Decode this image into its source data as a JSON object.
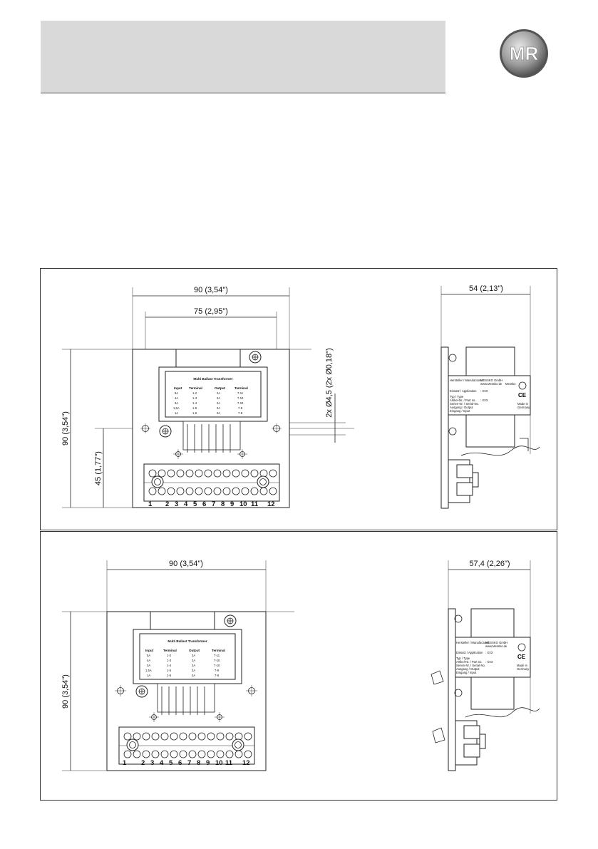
{
  "logo": {
    "text": "MR"
  },
  "drawing1": {
    "dim_width": "90 (3,54\")",
    "dim_hole_spacing": "75 (2,95\")",
    "dim_depth": "54 (2,13\")",
    "dim_height": "90 (3,54\")",
    "dim_half_height": "45 (1,77\")",
    "dim_holes": "2x Ø4,5 (2x Ø0,18\")"
  },
  "drawing2": {
    "dim_width": "90 (3,54\")",
    "dim_depth": "57,4 (2,26\")",
    "dim_height": "90 (3,54\")"
  },
  "nameplate": {
    "title": "Multi Ballast Transformer",
    "headers": [
      "Input",
      "Terminal",
      "Output",
      "Terminal"
    ],
    "rows": [
      [
        "5A",
        "1-2",
        "2A",
        "7-11"
      ],
      [
        "4A",
        "1-3",
        "2A",
        "7-10"
      ],
      [
        "3A",
        "1-4",
        "2A",
        "7-10"
      ],
      [
        "1,5A",
        "1-5",
        "2A",
        "7-9"
      ],
      [
        "1A",
        "1-6",
        "2A",
        "7-8"
      ]
    ]
  },
  "terminal_numbers": [
    "1",
    "2",
    "3",
    "4",
    "5",
    "6",
    "7",
    "8",
    "9",
    "10",
    "11",
    "12"
  ],
  "side_label": {
    "line1": "Hersteller / Manufacturer",
    "line2": "MESSKO GmbH",
    "line3": "www.Messko.de",
    "line4": "Messko",
    "line5": "Einsatz / Application",
    "line6": ": XXX",
    "line7": "Typ / Type",
    "line8": "Artikel-Nr. / Part no.",
    "line9": "Serien-Nr. / Serial-No.",
    "line10": "Ausgang / Output",
    "line11": "Eingang / Input",
    "line12": ": XXX",
    "ce": "CE",
    "made": "Made in",
    "germany": "Germany"
  }
}
